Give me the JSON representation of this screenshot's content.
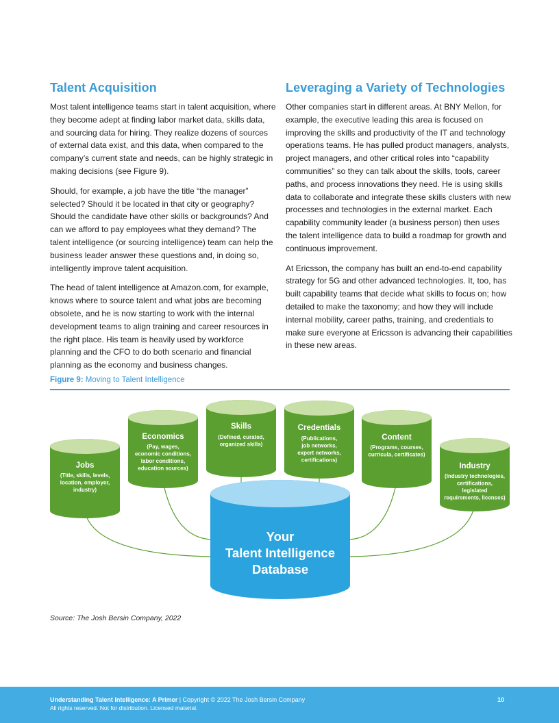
{
  "left_column": {
    "heading": "Talent Acquisition",
    "paragraphs": [
      "Most talent intelligence teams start in talent acquisition, where they become adept at finding labor market data, skills data, and sourcing data for hiring. They realize dozens of sources of external data exist, and this data, when compared to the company’s current state and needs, can be highly strategic in making decisions (see Figure 9).",
      "Should, for example, a job have the title “the manager” selected? Should it be located in that city or geography? Should the candidate have other skills or backgrounds? And can we afford to pay employees what they demand? The talent intelligence (or sourcing intelligence) team can help the business leader answer these questions and, in doing so, intelligently improve talent acquisition.",
      "The head of talent intelligence at Amazon.com, for example, knows where to source talent and what jobs are becoming obsolete, and he is now starting to work with the internal development teams to align training and career resources in the right place. His team is heavily used by workforce planning and the CFO to do both scenario and financial planning as the economy and business changes."
    ]
  },
  "right_column": {
    "heading": "Leveraging a Variety of Technologies",
    "paragraphs": [
      "Other companies start in different areas. At BNY Mellon, for example, the executive leading this area is focused on improving the skills and productivity of the IT and technology operations teams. He has pulled product managers, analysts, project managers, and other critical roles into “capability communities” so they can talk about the skills, tools, career paths, and process innovations they need. He is using skills data to collaborate and integrate these skills clusters with new processes and technologies in the external market. Each capability community leader (a business person) then uses the talent intelligence data to build a roadmap for growth and continuous improvement.",
      "At Ericsson, the company has built an end-to-end capability strategy for 5G and other advanced technologies. It, too, has built capability teams that decide what skills to focus on; how detailed to make the taxonomy; and how they will include internal mobility, career paths, training, and credentials to make sure everyone at Ericsson is advancing their capabilities in these new areas."
    ]
  },
  "figure": {
    "label": "Figure 9:",
    "title": "Moving to Talent Intelligence",
    "source": "Source: The Josh Bersin Company, 2022",
    "colors": {
      "green_body": "#5a9f2f",
      "green_top": "#c8dfa7",
      "blue_body": "#2aa3de",
      "blue_top": "#a6d9f4",
      "connector": "#5a9f2f"
    },
    "central": {
      "lines": [
        "Your",
        "Talent Intelligence",
        "Database"
      ]
    },
    "sources": [
      {
        "title": "Jobs",
        "desc": [
          "(Title, skills, levels,",
          "location, employer,",
          "industry)"
        ]
      },
      {
        "title": "Economics",
        "desc": [
          "(Pay, wages,",
          "economic conditions,",
          "labor conditions,",
          "education sources)"
        ]
      },
      {
        "title": "Skills",
        "desc": [
          "(Defined, curated,",
          "organized skills)"
        ]
      },
      {
        "title": "Credentials",
        "desc": [
          "(Publications,",
          "job networks,",
          "expert networks,",
          "certifications)"
        ]
      },
      {
        "title": "Content",
        "desc": [
          "(Programs, courses,",
          "curricula, certificates)"
        ]
      },
      {
        "title": "Industry",
        "desc": [
          "(Industry technologies,",
          "certifications,",
          "legislated",
          "requirements, licenses)"
        ]
      }
    ]
  },
  "footer": {
    "title": "Understanding Talent Intelligence: A Primer",
    "separator": " | ",
    "copyright": "Copyright  © 2022 The Josh Bersin Company",
    "rights": "All rights reserved. Not for distribution. Licensed material.",
    "page_number": "10"
  }
}
